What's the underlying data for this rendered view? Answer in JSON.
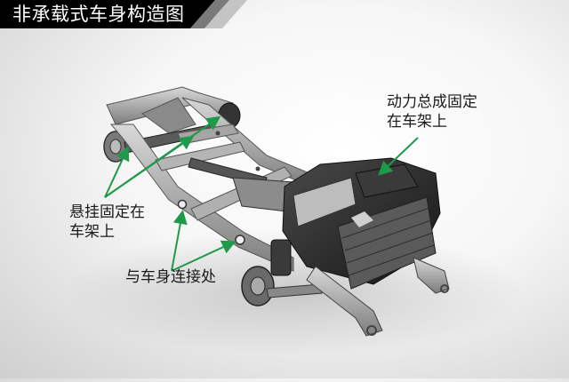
{
  "title": "非承载式车身构造图",
  "labels": {
    "powertrain": [
      "动力总成固定",
      "在车架上"
    ],
    "suspension": [
      "悬挂固定在",
      "车架上"
    ],
    "body_mount": "与车身连接处"
  },
  "colors": {
    "title_bg": "#000000",
    "title_text": "#ffffff",
    "arrow": "#1f9a4a",
    "frame": "#9a9a9a",
    "engine": "#2a2a2a"
  },
  "icons": {
    "arrows": "green-pointer-arrows"
  }
}
